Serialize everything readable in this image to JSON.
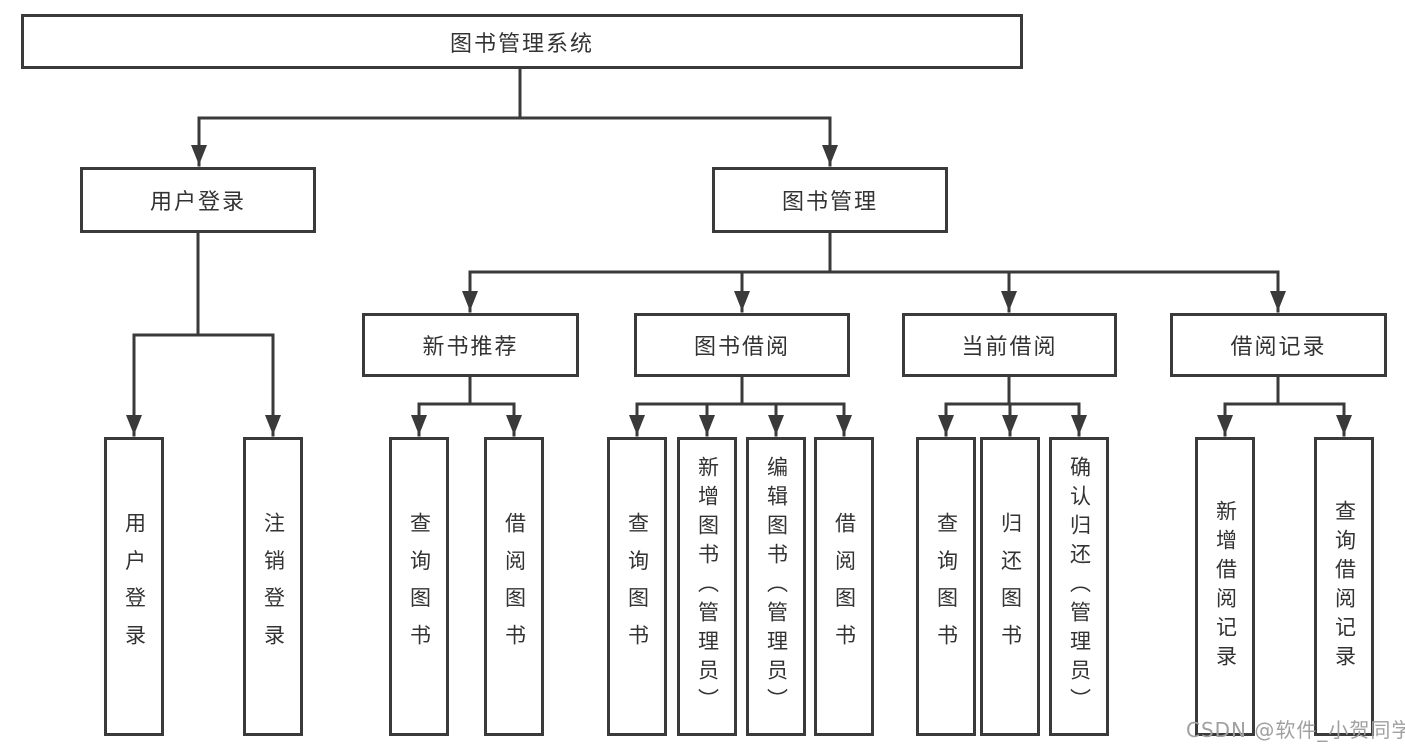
{
  "diagram": {
    "root_label": "图书管理系统",
    "branches": [
      {
        "label": "用户登录",
        "children": [
          {
            "label": "用户登录"
          },
          {
            "label": "注销登录"
          }
        ]
      },
      {
        "label": "图书管理",
        "children": [
          {
            "label": "新书推荐",
            "children": [
              {
                "label": "查询图书"
              },
              {
                "label": "借阅图书"
              }
            ]
          },
          {
            "label": "图书借阅",
            "children": [
              {
                "label": "查询图书"
              },
              {
                "label": "新增图书（管理员）"
              },
              {
                "label": "编辑图书（管理员）"
              },
              {
                "label": "借阅图书"
              }
            ]
          },
          {
            "label": "当前借阅",
            "children": [
              {
                "label": "查询图书"
              },
              {
                "label": "归还图书"
              },
              {
                "label": "确认归还（管理员）"
              }
            ]
          },
          {
            "label": "借阅记录",
            "children": [
              {
                "label": "新增借阅记录"
              },
              {
                "label": "查询借阅记录"
              }
            ]
          }
        ]
      }
    ],
    "watermark": "CSDN @软件_小贺同学",
    "colors": {
      "line": "#3a3a3a",
      "text": "#333333",
      "fill": "#ffffff",
      "bg": "#ffffff",
      "wm": "#a0a0a0"
    }
  }
}
